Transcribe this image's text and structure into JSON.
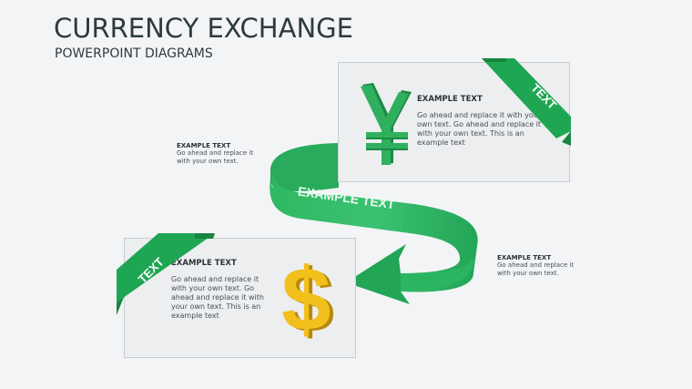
{
  "header": {
    "title": "CURRENCY EXCHANGE",
    "subtitle": "POWERPOINT DIAGRAMS"
  },
  "colors": {
    "background": "#f3f4f6",
    "card": "#eceef0",
    "green": "#1fa653",
    "green_light": "#3cc172",
    "gold": "#f2c01d",
    "text_dark": "#2c3a40"
  },
  "cards": [
    {
      "id": "yen-card",
      "corner_tab": "TEXT",
      "icon": "yen-icon",
      "heading": "EXAMPLE TEXT",
      "body": "Go ahead and replace it with your own text. Go ahead and replace it with your own text. This is an example text"
    },
    {
      "id": "dollar-card",
      "corner_tab": "TEXT",
      "icon": "dollar-icon",
      "heading": "EXAMPLE TEXT",
      "body": "Go ahead and replace it with your own text. Go ahead and replace it with your own text. This is an example text"
    }
  ],
  "notes": [
    {
      "heading": "EXAMPLE TEXT",
      "body": "Go ahead and replace it with your own text."
    },
    {
      "heading": "EXAMPLE TEXT",
      "body": "Go ahead and replace it with your own text."
    }
  ],
  "ribbon": {
    "label": "EXAMPLE TEXT"
  }
}
